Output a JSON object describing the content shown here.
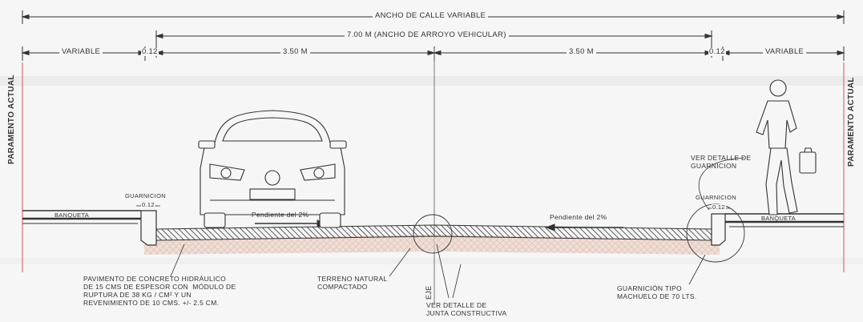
{
  "dimensions": {
    "ancho_calle": "ANCHO DE CALLE VARIABLE",
    "arroyo": "7.00 M (ANCHO DE ARROYO VEHICULAR)",
    "variable_left": "VARIABLE",
    "variable_right": "VARIABLE",
    "guarnicion_left_dim": "0.12",
    "guarnicion_right_dim": "0.12",
    "carril_left": "3.50 M",
    "carril_right": "3.50 M"
  },
  "labels": {
    "paramento_left": "PARAMENTO ACTUAL",
    "paramento_right": "PARAMENTO ACTUAL",
    "guarnicion_left": "GUARNICION",
    "guarnicion_left_012": "0.12",
    "guarnicion_right": "GUARNICION",
    "guarnicion_right_012": "0.12",
    "banqueta_left": "BANQUETA",
    "banqueta_right": "BANQUETA",
    "pendiente_left": "Pendiente del 2%",
    "pendiente_right": "Pendiente del 2%",
    "eje": "EJE",
    "ver_detalle_guarnicion": "VER DETALLE DE\nGUARNICION"
  },
  "notes": {
    "pavimento": "PAVIMENTO DE CONCRETO HIDRÁULICO\nDE 15 CMS DE ESPESOR CON  MÓDULO DE\nRUPTURA DE 38 KG / CM² Y UN\nREVENIMIENTO DE 10 CMS. +/- 2.5 CM.",
    "terreno": "TERRENO NATURAL\nCOMPACTADO",
    "junta": "VER DETALLE DE\nJUNTA CONSTRUCTIVA",
    "guarnicion_tipo": "GUARNICIÓN TIPO\nMACHUELO DE 70 LTS."
  },
  "colors": {
    "line": "#333333",
    "paramento": "#d9534f",
    "terreno": "#e6c9bd",
    "background": "#f6f6f6"
  },
  "icons": {
    "car": "car-front-icon",
    "person": "pedestrian-icon"
  }
}
